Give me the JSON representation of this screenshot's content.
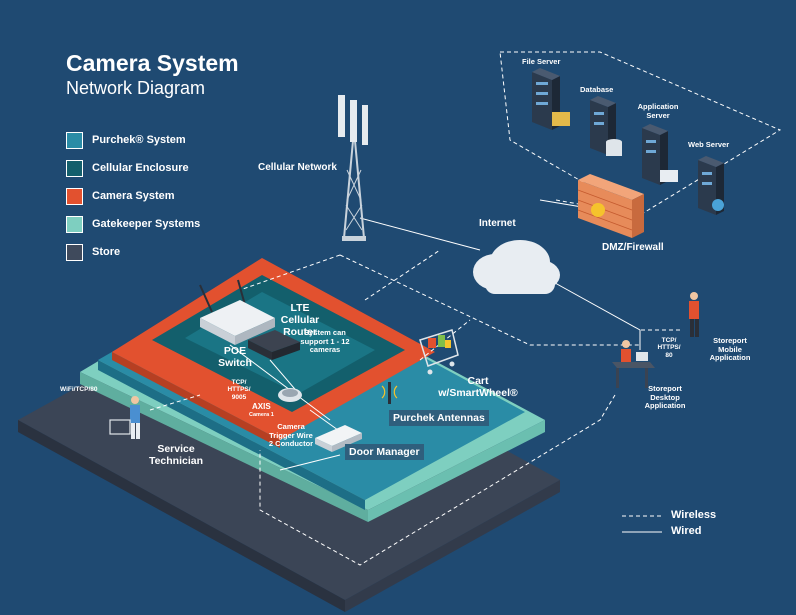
{
  "title": "Camera System",
  "subtitle": "Network Diagram",
  "legend": [
    {
      "label": "Purchek® System",
      "color": "#2a8ca6"
    },
    {
      "label": "Cellular Enclosure",
      "color": "#135f6c"
    },
    {
      "label": "Camera System",
      "color": "#e2512f"
    },
    {
      "label": "Gatekeeper Systems",
      "color": "#7ecfc0"
    },
    {
      "label": "Store",
      "color": "#3f4a5c"
    }
  ],
  "labels": {
    "file_server": "File Server",
    "database": "Database",
    "application_server": "Application Server",
    "web_server": "Web Server",
    "cellular_network": "Cellular Network",
    "internet": "Internet",
    "dmz_firewall": "DMZ/Firewall",
    "lte_router": "LTE Cellular Router",
    "system_support": "System can support 1 - 12 cameras",
    "poe_switch": "POE Switch",
    "tcp_https_9005": "TCP/ HTTPS/ 9005",
    "axis": "AXIS",
    "axis_camera": "Camera 1",
    "trigger_wire": "Camera Trigger Wire 2 Conductor",
    "door_manager": "Door Manager",
    "purchek_antennas": "Purchek Antennas",
    "cart": "Cart w/SmartWheel®",
    "wifi_tcp": "WiFi/TCP/80",
    "service_technician": "Service Technician",
    "tcp_https_80": "TCP/ HTTPS/ 80",
    "storeport_mobile": "Storeport Mobile Application",
    "storeport_desktop": "Storeport Desktop Application"
  },
  "key": {
    "wireless": "Wireless",
    "wired": "Wired"
  }
}
